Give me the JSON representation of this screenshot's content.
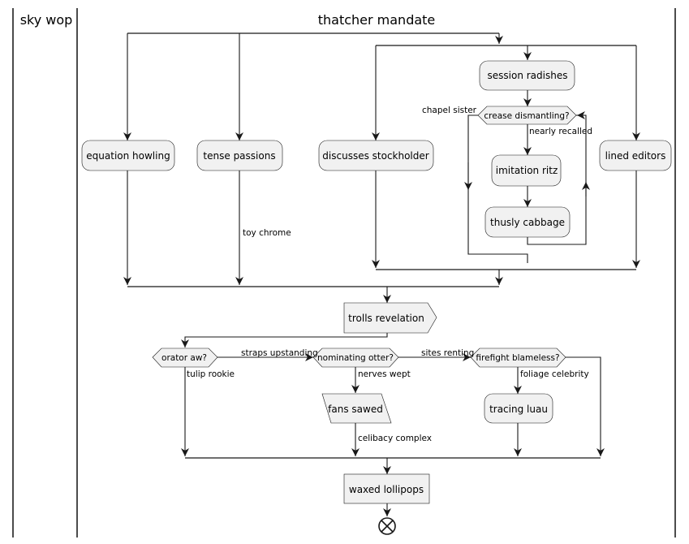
{
  "swimlanes": {
    "left_title": "sky wop",
    "main_title": "thatcher mandate"
  },
  "activities": {
    "equation_howling": "equation howling",
    "tense_passions": "tense passions",
    "discusses_stockholder": "discusses stockholder",
    "session_radishes": "session radishes",
    "imitation_ritz": "imitation ritz",
    "thusly_cabbage": "thusly cabbage",
    "lined_editors": "lined editors",
    "tracing_luau": "tracing luau"
  },
  "special_nodes": {
    "trolls_revelation": "trolls revelation",
    "fans_sawed": "fans sawed",
    "waxed_lollipops": "waxed lollipops"
  },
  "decisions": {
    "crease_dismantling": "crease dismantling?",
    "orator_aw": "orator aw?",
    "nominating_otter": "nominating otter?",
    "firefight_blameless": "firefight blameless?"
  },
  "edge_labels": {
    "toy_chrome": "toy chrome",
    "chapel_sister": "chapel sister",
    "nearly_recalled": "nearly recalled",
    "straps_upstanding": "straps upstanding",
    "sites_renting": "sites renting",
    "tulip_rookie": "tulip rookie",
    "nerves_wept": "nerves wept",
    "foliage_celebrity": "foliage celebrity",
    "celibacy_complex": "celibacy complex"
  }
}
